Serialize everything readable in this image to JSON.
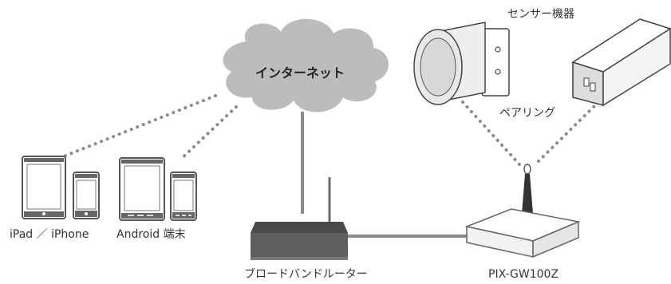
{
  "labels": {
    "sensor": "センサー機器",
    "pairing": "ペアリング",
    "internet": "インターネット",
    "ipad_iphone": "iPad ／ iPhone",
    "android": "Android 端末",
    "router": "ブロードバンドルーター",
    "gateway": "PIX-GW100Z"
  },
  "colors": {
    "cloud_fill": "#bcbcbc",
    "router_body": "#5f5f5f",
    "link_line": "#8c8c8c",
    "dotted_line": "#8a8a8a",
    "device_outline": "#555555"
  }
}
